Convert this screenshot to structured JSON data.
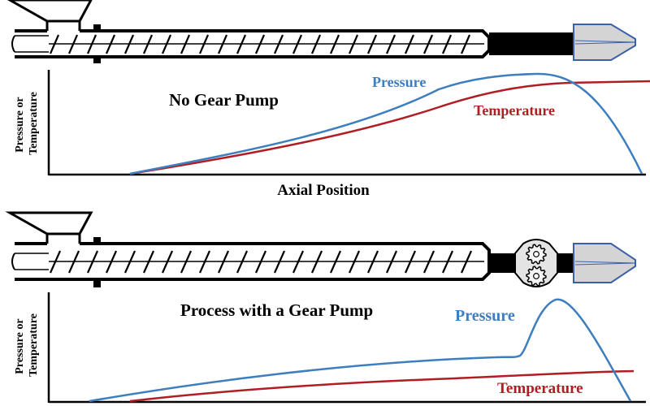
{
  "panel_top": {
    "title": "No Gear Pump",
    "y_axis_label_line1": "Pressure or",
    "y_axis_label_line2": "Temperature",
    "x_axis_label": "Axial Position",
    "pressure_label": "Pressure",
    "temperature_label": "Temperature"
  },
  "panel_bottom": {
    "title": "Process with a Gear Pump",
    "y_axis_label_line1": "Pressure or",
    "y_axis_label_line2": "Temperature",
    "pressure_label": "Pressure",
    "temperature_label": "Temperature"
  },
  "colors": {
    "pressure": "#3d7ebf",
    "temperature": "#b01e23",
    "outline": "#000000",
    "nozzle_fill": "#d4d4d4",
    "nozzle_stroke": "#3a5fa8",
    "pump_fill": "#e4e4e4"
  },
  "icons": [
    "hopper-icon",
    "extruder-screw-icon",
    "nozzle-icon",
    "gear-pump-icon"
  ]
}
